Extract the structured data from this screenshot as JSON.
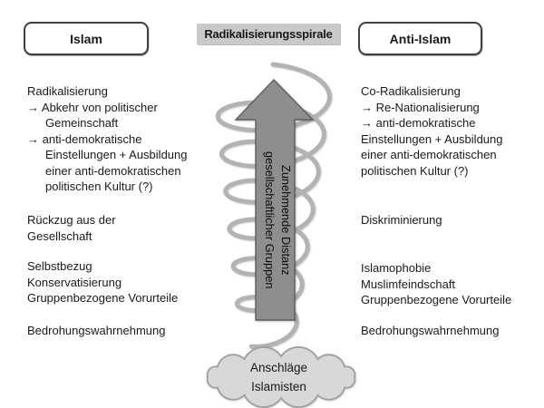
{
  "center": {
    "header": "Radikalisierungsspirale",
    "arrow_label_line1": "Zunehmende Distanz",
    "arrow_label_line2": "gesellschaftlicher Gruppen",
    "cloud_line1": "Anschläge",
    "cloud_line2": "Islamisten"
  },
  "left": {
    "header": "Islam",
    "block1": [
      {
        "text": "Radikalisierung",
        "cont": false
      },
      {
        "text": "→ Abkehr von politischer",
        "cont": false
      },
      {
        "text": "Gemeinschaft",
        "cont": true
      },
      {
        "text": "→ anti-demokratische",
        "cont": false
      },
      {
        "text": "Einstellungen + Ausbildung",
        "cont": true
      },
      {
        "text": "einer anti-demokratischen",
        "cont": true
      },
      {
        "text": "politischen Kultur (?)",
        "cont": true
      }
    ],
    "block2": [
      {
        "text": "Rückzug aus der",
        "cont": false
      },
      {
        "text": "Gesellschaft",
        "cont": false
      }
    ],
    "block3": [
      {
        "text": "Selbstbezug",
        "cont": false
      },
      {
        "text": "Konservatisierung",
        "cont": false
      },
      {
        "text": "Gruppenbezogene Vorurteile",
        "cont": false
      }
    ],
    "block4": [
      {
        "text": "Bedrohungswahrnehmung",
        "cont": false
      }
    ]
  },
  "right": {
    "header": "Anti-Islam",
    "block1": [
      {
        "text": "Co-Radikalisierung",
        "cont": false
      },
      {
        "text": "→ Re-Nationalisierung",
        "cont": false
      },
      {
        "text": "→ anti-demokratische",
        "cont": false
      },
      {
        "text": "Einstellungen + Ausbildung",
        "cont": false
      },
      {
        "text": "einer anti-demokratischen",
        "cont": false
      },
      {
        "text": "politischen Kultur (?)",
        "cont": false
      }
    ],
    "block2": [
      {
        "text": "Diskriminierung",
        "cont": false
      }
    ],
    "block3": [
      {
        "text": "Islamophobie",
        "cont": false
      },
      {
        "text": "Muslimfeindschaft",
        "cont": false
      },
      {
        "text": "Gruppenbezogene Vorurteile",
        "cont": false
      }
    ],
    "block4": [
      {
        "text": "Bedrohungswahrnehmung",
        "cont": false
      }
    ]
  },
  "colors": {
    "text": "#1a1a1a",
    "box_border": "#3f3f3f",
    "header_bg": "#c9c9c9",
    "arrow_fill": "#8e8e8e",
    "arrow_stroke": "#5e5e5e",
    "spiral": "#b3b3b3",
    "cloud_fill": "#d8d8d8",
    "cloud_stroke": "#9e9e9e"
  }
}
